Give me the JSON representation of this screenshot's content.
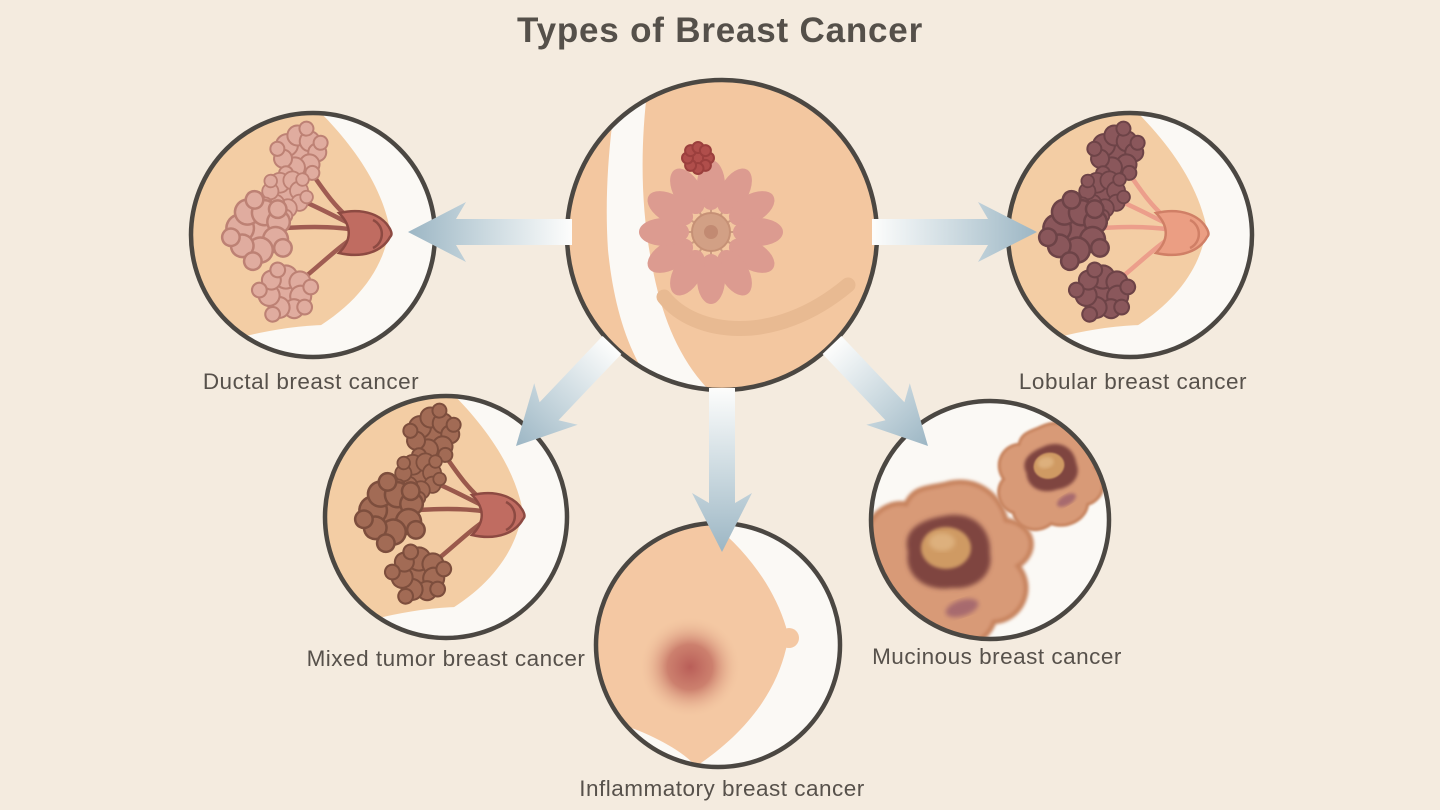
{
  "title": "Types of Breast Cancer",
  "types": [
    {
      "id": "ductal",
      "label": "Ductal breast cancer"
    },
    {
      "id": "lobular",
      "label": "Lobular breast cancer"
    },
    {
      "id": "mixed-tumor",
      "label": "Mixed tumor breast cancer"
    },
    {
      "id": "inflammatory",
      "label": "Inflammatory breast cancer"
    },
    {
      "id": "mucinous",
      "label": "Mucinous breast cancer"
    }
  ],
  "colors": {
    "background": "#f4ebdf",
    "circle_border": "#4b4742",
    "text": "#57514b",
    "arrow_head": "#9cb6c4",
    "arrow_tail": "#fdfdfc",
    "skin": "#f3c7a0",
    "inner_white": "#fbf9f5",
    "tumor_red": "#b04e4b",
    "petal_pink": "#dc9b90"
  }
}
